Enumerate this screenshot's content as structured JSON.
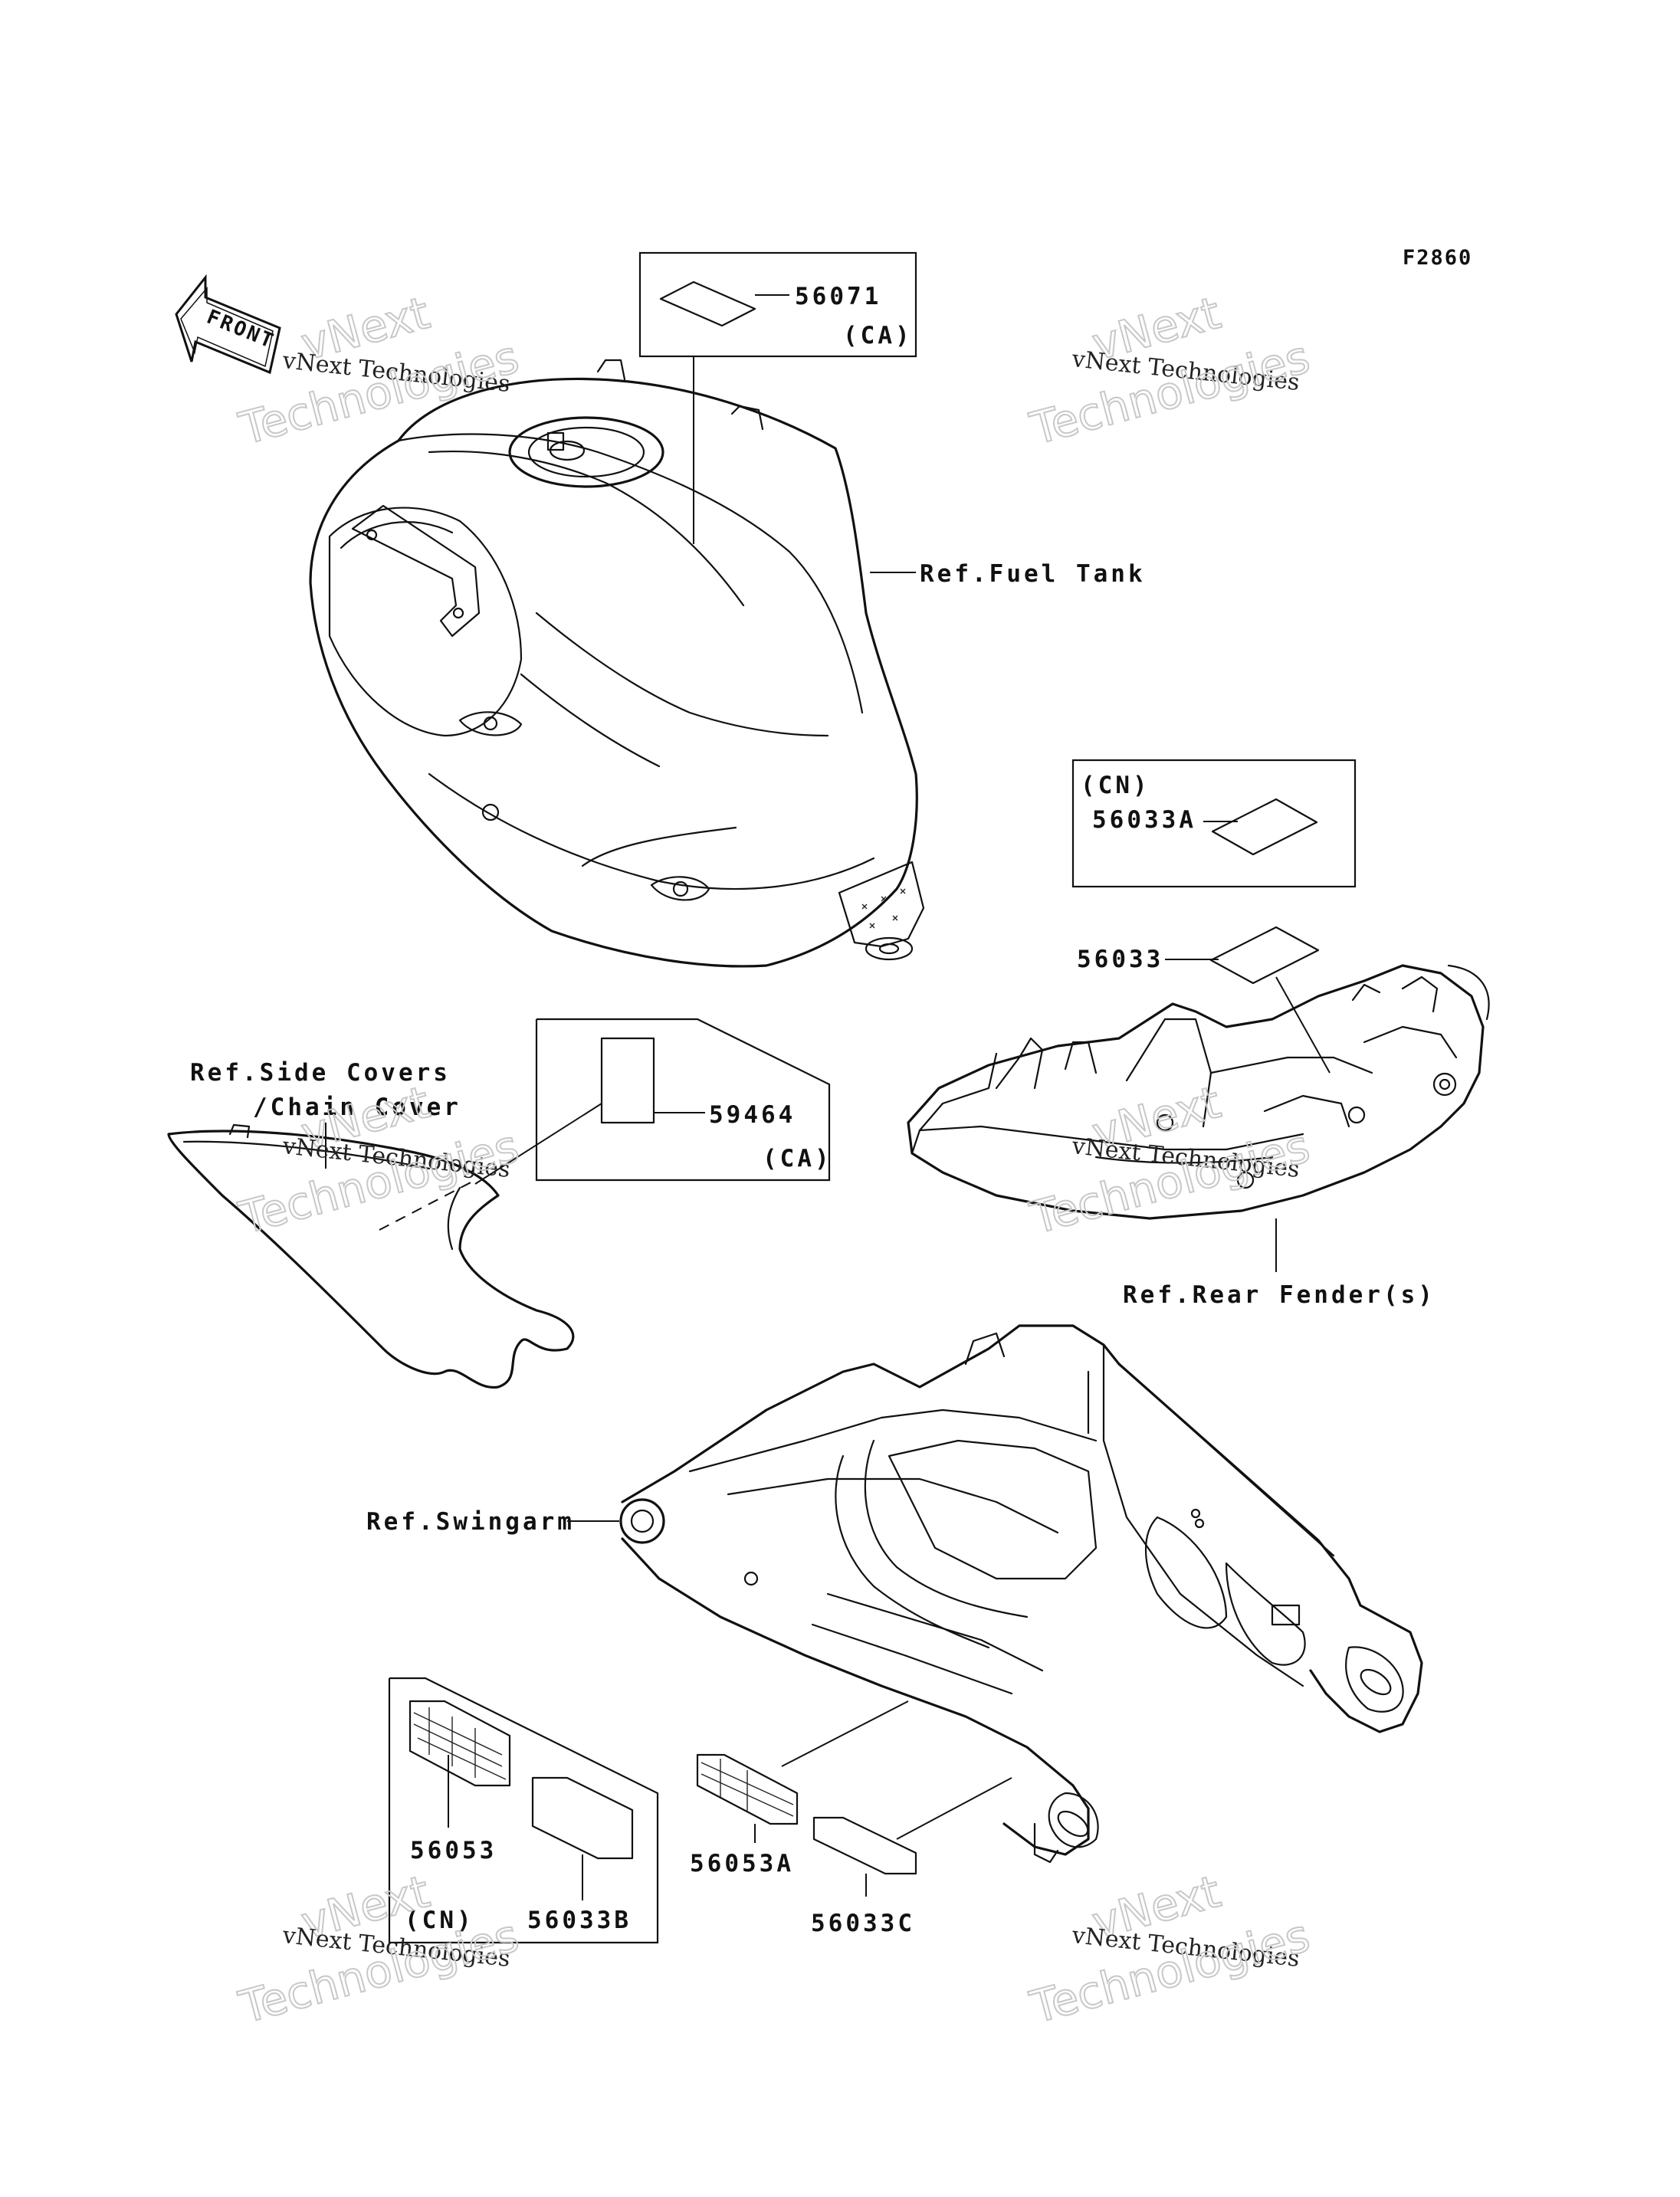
{
  "figure_id": "F2860",
  "front_arrow": {
    "text": "FRONT"
  },
  "part_labels": {
    "p56071": "56071",
    "p56071_region": "(CA)",
    "p59464": "59464",
    "p59464_region": "(CA)",
    "p56033A_region": "(CN)",
    "p56033A": "56033A",
    "p56033": "56033",
    "p56053": "56053",
    "p56053_region": "(CN)",
    "p56033B": "56033B",
    "p56053A": "56053A",
    "p56033C": "56033C"
  },
  "ref_labels": {
    "fuel_tank": "Ref.Fuel Tank",
    "side_covers_1": "Ref.Side Covers",
    "side_covers_2": "/Chain Cover",
    "rear_fender": "Ref.Rear Fender(s)",
    "swingarm": "Ref.Swingarm"
  },
  "watermark": {
    "top_line": "vNext",
    "middle_line": "vNext Technologies",
    "bottom_line": "Technologies"
  }
}
